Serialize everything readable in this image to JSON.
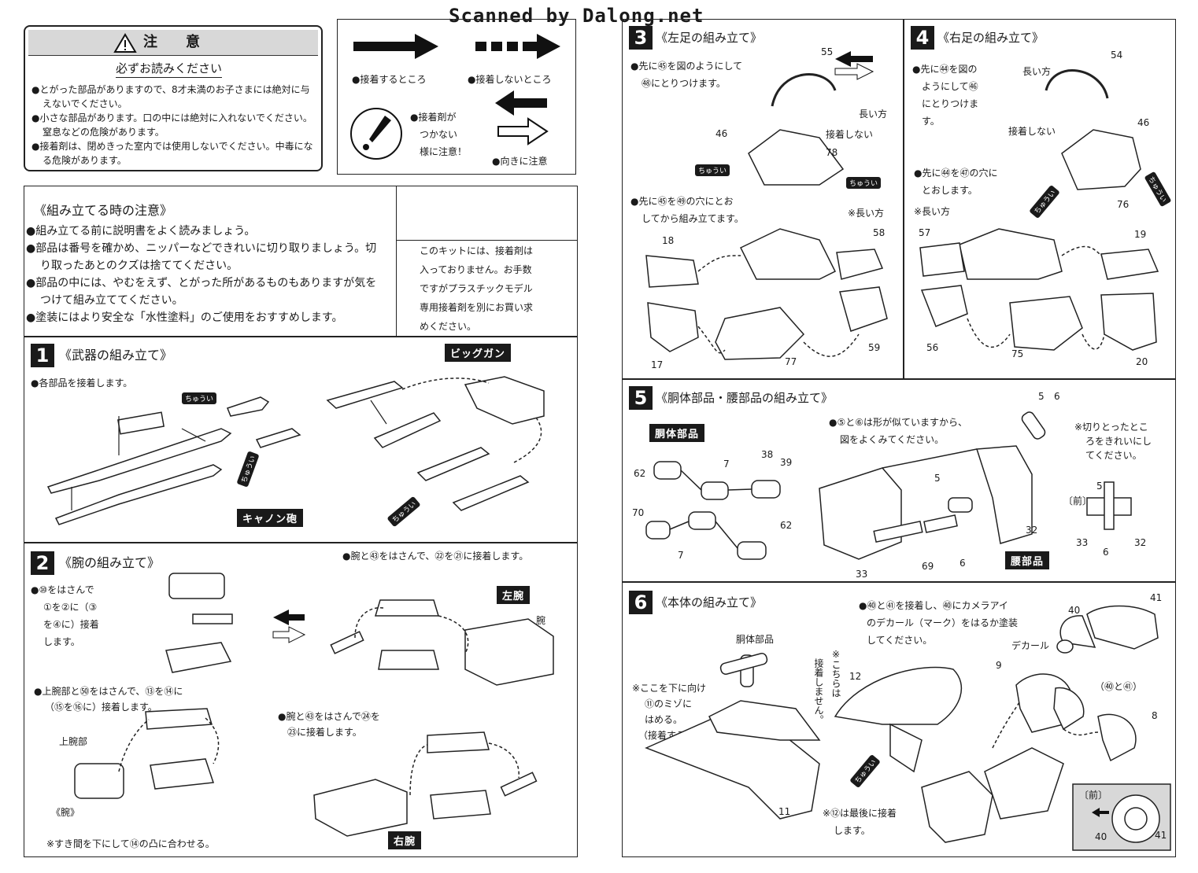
{
  "header": {
    "watermark": "Scanned by Dalong.net"
  },
  "caution": {
    "title": "注　　意",
    "subtitle": "必ずお読みください",
    "items": [
      "●とがった部品がありますので、8才未満のお子さまには絶対に与",
      "えないでください。",
      "●小さな部品があります。口の中には絶対に入れないでください。",
      "窒息などの危険があります。",
      "●接着剤は、閉めきった室内では使用しないでください。中毒にな",
      "る危険があります。"
    ]
  },
  "legend": {
    "glue": "●接着するところ",
    "noglue": "●接着しないところ",
    "caution_text": [
      "●接着剤が",
      "つかない",
      "様に注意！"
    ],
    "direction": "●向きに注意"
  },
  "assembly_notes": {
    "title": "《組み立てる時の注意》",
    "items": [
      "●組み立てる前に説明書をよく読みましょう。",
      "●部品は番号を確かめ、ニッパーなどできれいに切り取りましょう。切",
      "り取ったあとのクズは捨ててください。",
      "●部品の中には、やむをえず、とがった所があるものもありますが気を",
      "つけて組み立ててください。",
      "●塗装にはより安全な「水性塗料」のご使用をおすすめします。"
    ],
    "kit_note": [
      "このキットには、接着剤は",
      "入っておりません。お手数",
      "ですがプラスチックモデル",
      "専用接着剤を別にお買い求",
      "めください。"
    ]
  },
  "steps": {
    "s1": {
      "num": "1",
      "title": "《武器の組み立て》",
      "note": "●各部品を接着します。",
      "label_a": "ビッグガン",
      "label_b": "キャノン砲"
    },
    "s2": {
      "num": "2",
      "title": "《腕の組み立て》",
      "note_top": "●腕と㊸をはさんで、㉒を㉑に接着します。",
      "note_a": [
        "●⑩をはさんで",
        "①を②に（③",
        "を④に）接着",
        "します。"
      ],
      "note_b": [
        "●上腕部と㊿をはさんで、⑬を⑭に",
        "（⑮を⑯に）接着します。"
      ],
      "note_c": [
        "●腕と㊸をはさんで㉔を",
        "㉓に接着します。"
      ],
      "label_left": "左腕",
      "label_right": "右腕",
      "arm": "腕",
      "upper_arm": "上腕部",
      "arm2": "《腕》",
      "footnote": "※すき間を下にして⑭の凸に合わせる。"
    },
    "s3": {
      "num": "3",
      "title": "《左足の組み立て》",
      "note_a": [
        "●先に㊺を図のようにして",
        "㊽にとりつけます。"
      ],
      "note_b": [
        "●先に㊺を㊾の穴にとお",
        "してから組み立てます。"
      ],
      "long": "長い方",
      "long2": "※長い方",
      "noglue": "接着しない"
    },
    "s4": {
      "num": "4",
      "title": "《右足の組み立て》",
      "note_a": [
        "●先に㊹を図の",
        "ようにして㊻",
        "にとりつけま",
        "す。"
      ],
      "note_b": [
        "●先に㊹を㊼の穴に",
        "とおします。"
      ],
      "long": "長い方",
      "long2": "※長い方",
      "noglue": "接着しない"
    },
    "s5": {
      "num": "5",
      "title": "《胴体部品・腰部品の組み立て》",
      "note_a": [
        "●⑤と⑥は形が似ていますから、",
        "図をよくみてください。"
      ],
      "note_b": [
        "※切りとったとこ",
        "ろをきれいにし",
        "てください。"
      ],
      "label_torso": "胴体部品",
      "label_waist": "腰部品",
      "front": "〔前〕"
    },
    "s6": {
      "num": "6",
      "title": "《本体の組み立て》",
      "note_a": [
        "●㊵と㊶を接着し、㊵にカメラアイ",
        "のデカール（マーク）をはるか塗装",
        "してください。"
      ],
      "note_b": [
        "※ここを下に向け",
        "⑪のミゾに",
        "はめる。",
        "（接着する。）"
      ],
      "note_c": [
        "※こちらは",
        "接着しません。"
      ],
      "note_d": [
        "※⑫は最後に接着",
        "します。"
      ],
      "decal": "デカール",
      "torso": "胴体部品",
      "front": "〔前〕",
      "pair": "（㊵と㊶）"
    }
  },
  "tags": {
    "chuui": "ちゅうい"
  }
}
